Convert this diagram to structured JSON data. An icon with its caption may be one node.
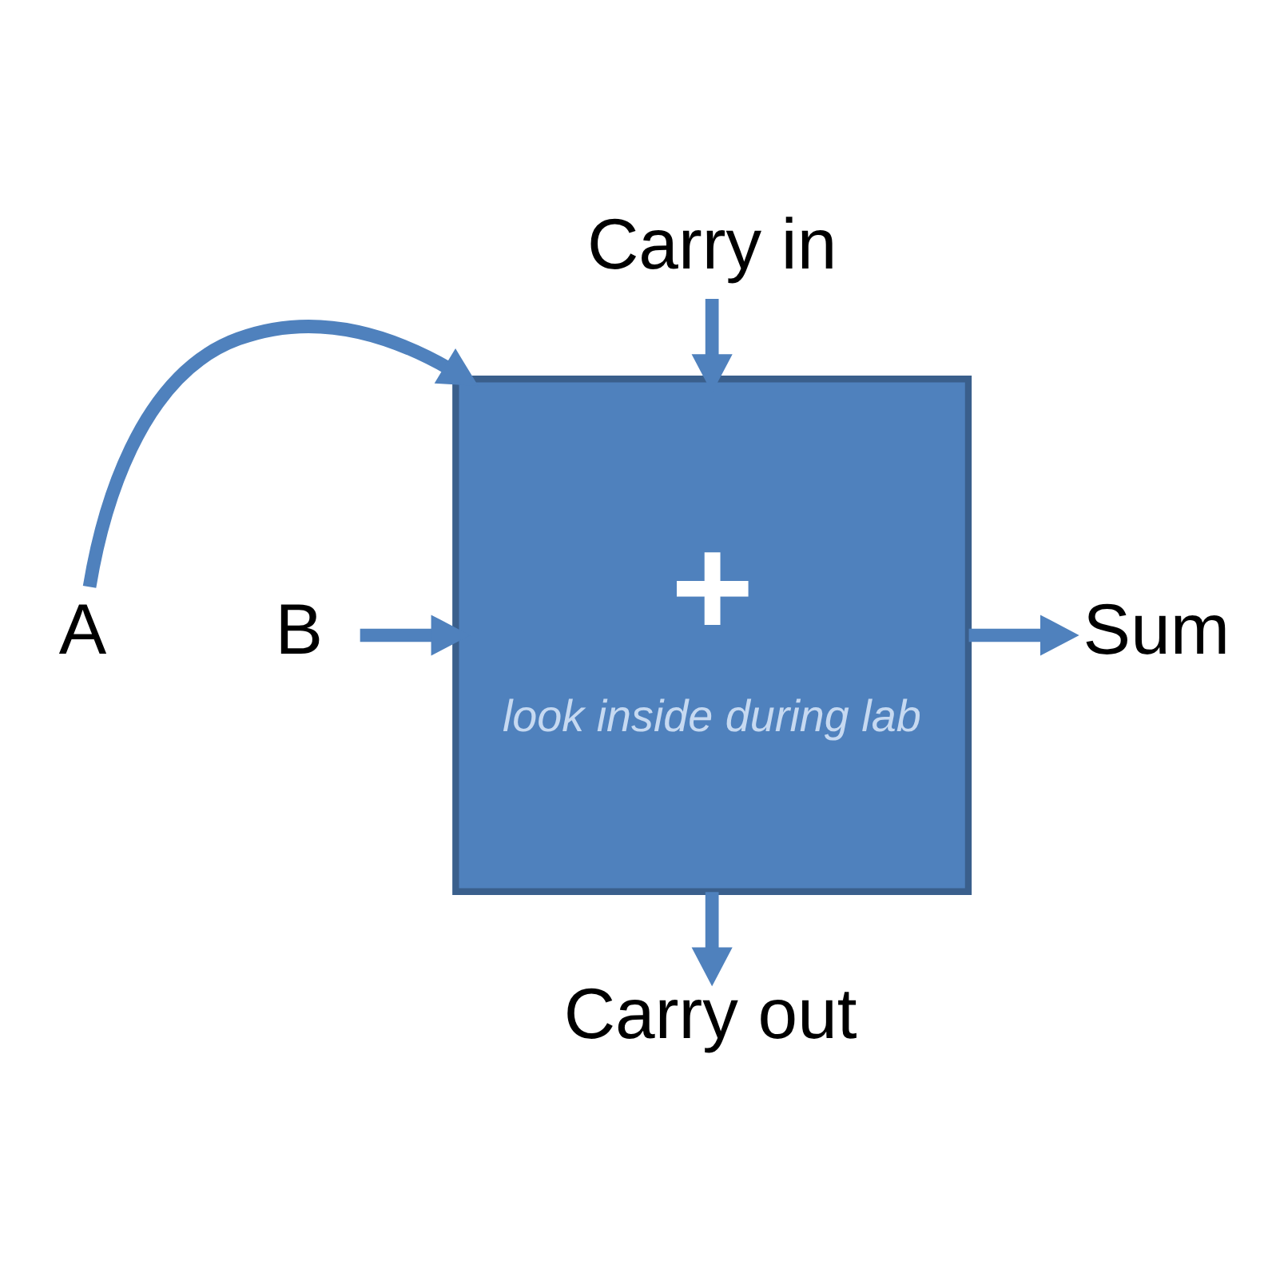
{
  "diagram": {
    "nodes": [
      {
        "text": [
          "Carry in"
        ]
      },
      {
        "text": [
          "A"
        ]
      },
      {
        "text": [
          "B"
        ]
      },
      {
        "text": [
          "+",
          "look inside during lab"
        ]
      },
      {
        "text": [
          "Sum"
        ]
      },
      {
        "text": [
          "Carry out"
        ]
      }
    ],
    "edges": [
      {
        "from": 0,
        "to": 3,
        "arrow": "to"
      },
      {
        "from": 1,
        "to": 3,
        "arrow": "to"
      },
      {
        "from": 2,
        "to": 3,
        "arrow": "to"
      },
      {
        "from": 3,
        "to": 4,
        "arrow": "to"
      },
      {
        "from": 3,
        "to": 5,
        "arrow": "to"
      }
    ]
  }
}
